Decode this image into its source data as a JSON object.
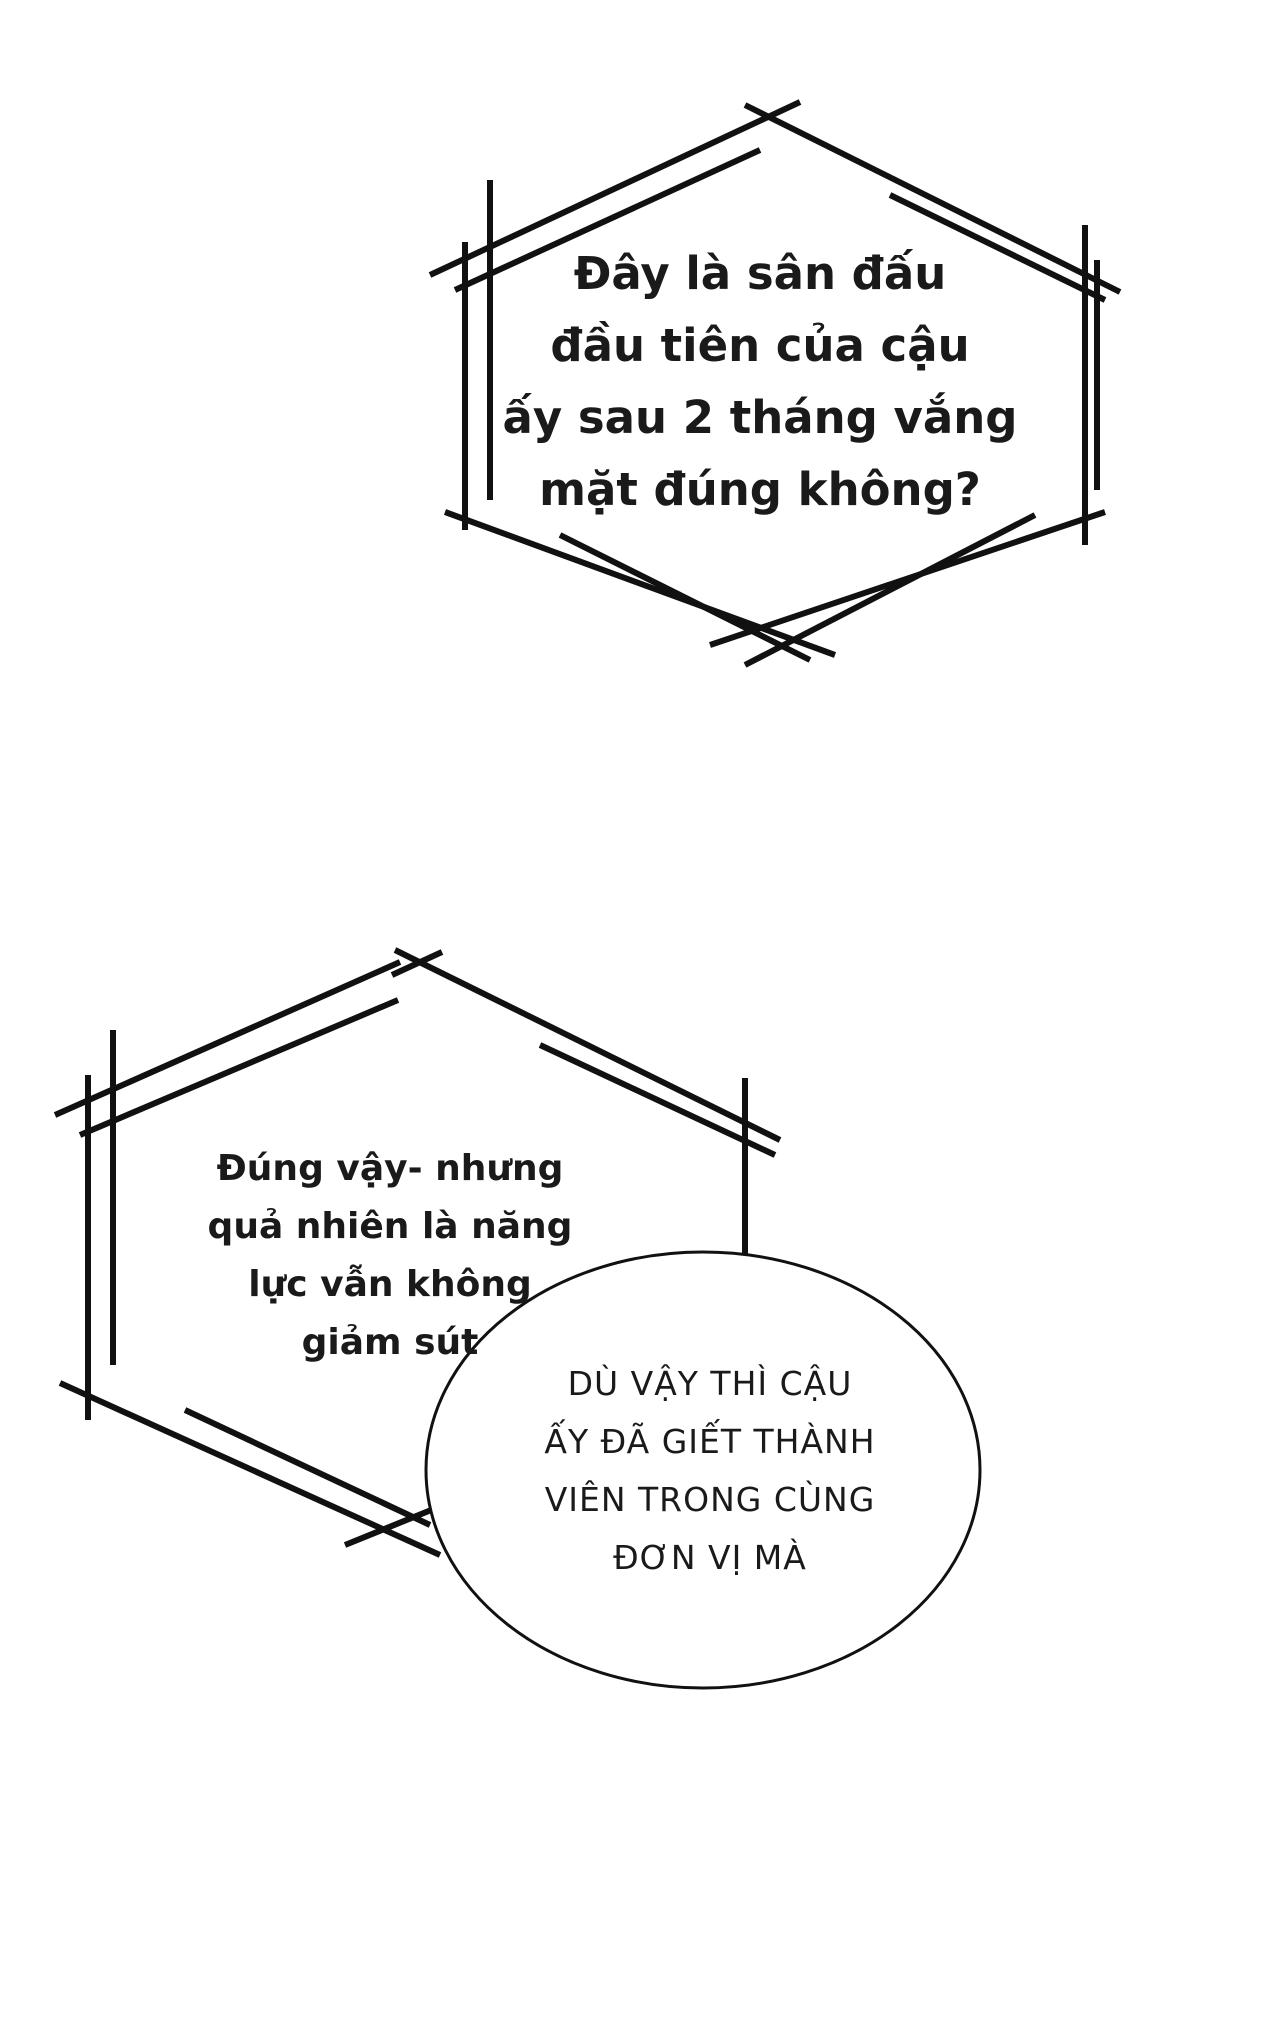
{
  "bubbles": {
    "top_hexagon": {
      "lines": [
        "Đây là sân đấu",
        "đầu tiên của cậu",
        "ấy sau 2 tháng vắng",
        "mặt đúng không?"
      ]
    },
    "middle_hexagon": {
      "lines": [
        "Đúng vậy- nhưng",
        "quả nhiên là năng",
        "lực vẫn không",
        "giảm sút"
      ]
    },
    "oval": {
      "lines": [
        "DÙ VẬY THÌ CẬU",
        "ẤY ĐÃ GIẾT THÀNH",
        "VIÊN TRONG CÙNG",
        "ĐƠN VỊ MÀ"
      ]
    }
  },
  "colors": {
    "background": "#ffffff",
    "ink": "#111111"
  }
}
